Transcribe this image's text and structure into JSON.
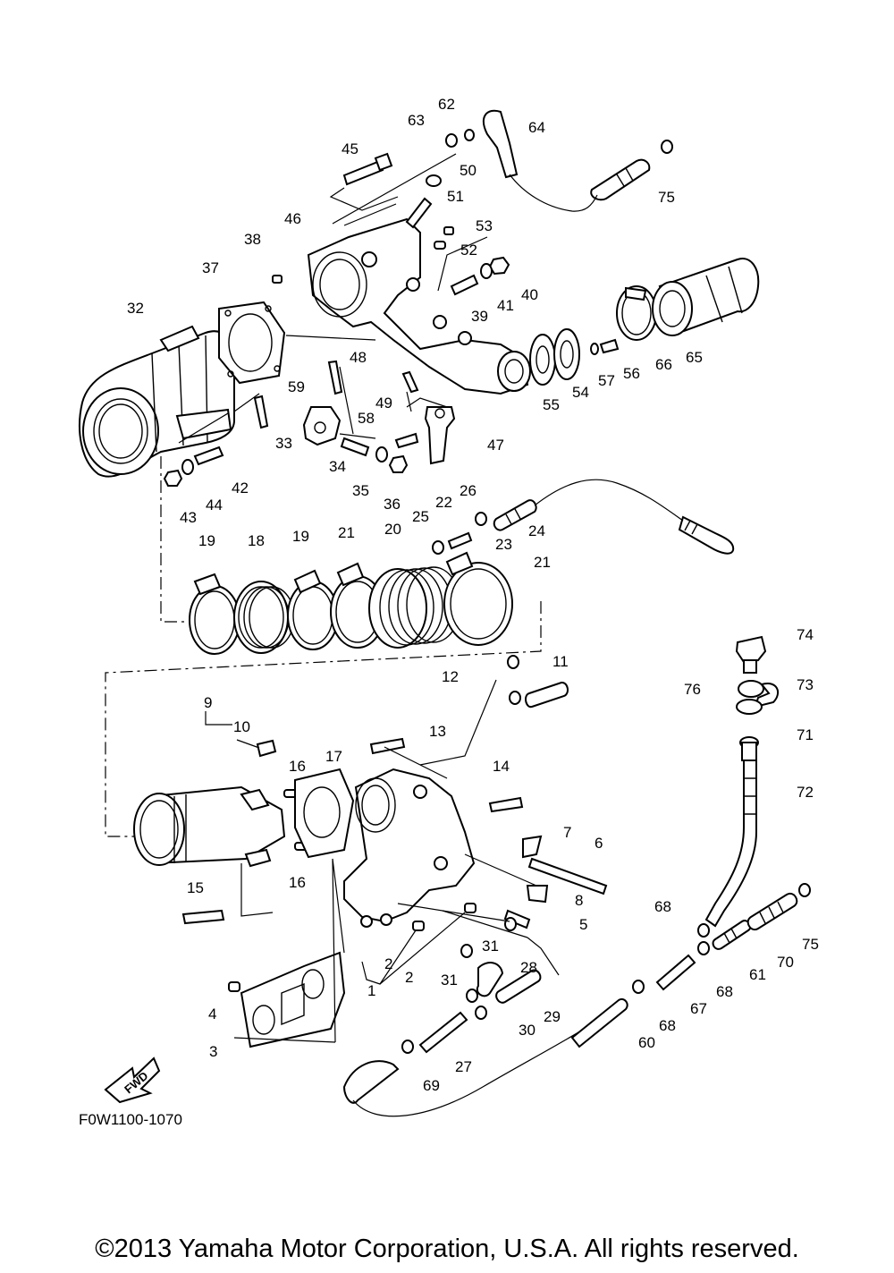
{
  "diagram": {
    "code": "F0W1100-1070",
    "fwd_label": "FWD",
    "copyright": "©2013 Yamaha Motor Corporation, U.S.A. All rights reserved.",
    "callouts": [
      "1",
      "2",
      "2",
      "3",
      "4",
      "5",
      "6",
      "7",
      "8",
      "9",
      "10",
      "11",
      "12",
      "13",
      "14",
      "15",
      "16",
      "16",
      "17",
      "18",
      "19",
      "19",
      "20",
      "21",
      "21",
      "22",
      "23",
      "24",
      "25",
      "26",
      "27",
      "28",
      "29",
      "30",
      "31",
      "31",
      "32",
      "33",
      "34",
      "35",
      "36",
      "37",
      "38",
      "39",
      "40",
      "41",
      "42",
      "43",
      "44",
      "45",
      "46",
      "47",
      "48",
      "49",
      "50",
      "51",
      "52",
      "53",
      "54",
      "55",
      "56",
      "57",
      "58",
      "59",
      "60",
      "61",
      "62",
      "63",
      "64",
      "65",
      "66",
      "67",
      "68",
      "68",
      "68",
      "69",
      "70",
      "71",
      "72",
      "73",
      "74",
      "75",
      "75",
      "76"
    ]
  }
}
